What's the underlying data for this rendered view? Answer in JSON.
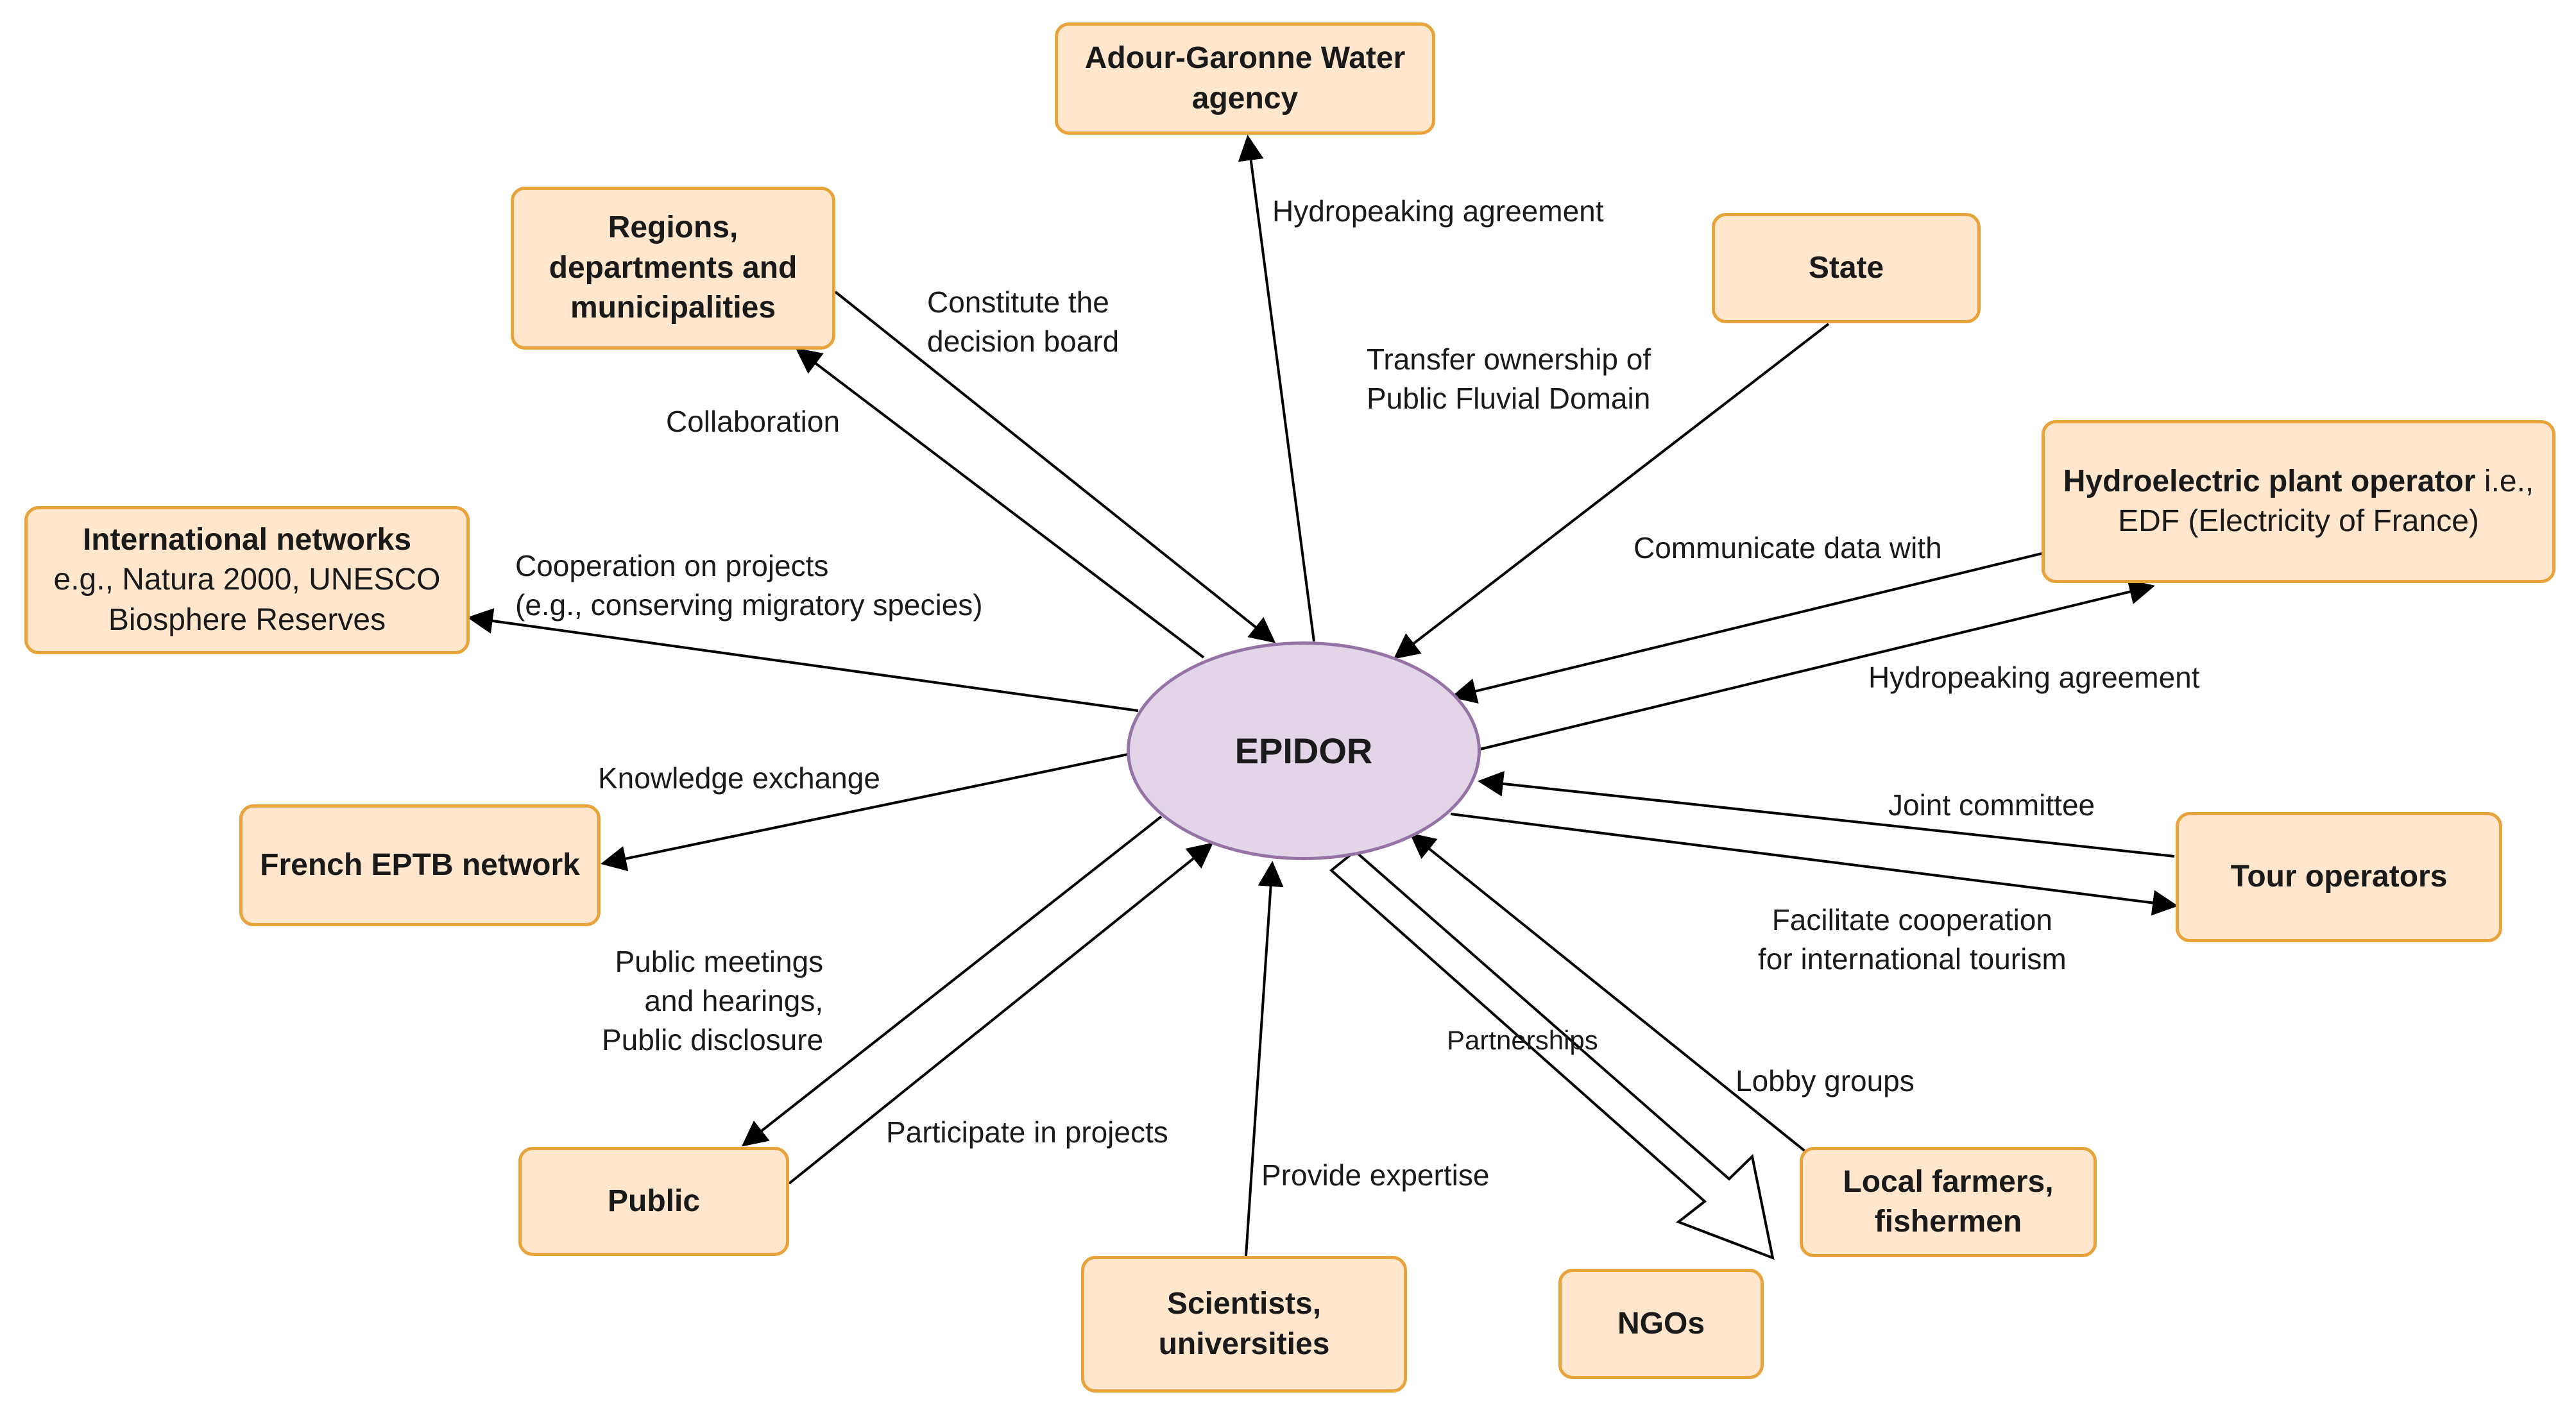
{
  "colors": {
    "node_fill": "#ffe6cc",
    "node_border": "#e8a33a",
    "center_fill": "#e1d5e7",
    "center_border": "#9673a6",
    "arrow": "#000000"
  },
  "center": {
    "label": "EPIDOR"
  },
  "nodes": {
    "adour": {
      "lines": [
        "Adour-Garonne Water",
        "agency"
      ]
    },
    "regions": {
      "lines": [
        "Regions,",
        "departments and",
        "municipalities"
      ]
    },
    "state": {
      "lines": [
        "State"
      ]
    },
    "hydro": {
      "bold": "Hydroelectric plant operator",
      "rest": " i.e.,",
      "line2": "EDF (Electricity of France)"
    },
    "intl": {
      "title": "International networks",
      "line2": "e.g., Natura 2000, UNESCO",
      "line3": "Biosphere Reserves"
    },
    "eptb": {
      "lines": [
        "French EPTB network"
      ]
    },
    "tour": {
      "lines": [
        "Tour operators"
      ]
    },
    "public": {
      "lines": [
        "Public"
      ]
    },
    "scientists": {
      "lines": [
        "Scientists,",
        "universities"
      ]
    },
    "ngos": {
      "lines": [
        "NGOs"
      ]
    },
    "farmers": {
      "lines": [
        "Local farmers,",
        "fishermen"
      ]
    }
  },
  "labels": {
    "hydropeaking_top": "Hydropeaking agreement",
    "constitute_1": "Constitute the",
    "constitute_2": "decision board",
    "collaboration": "Collaboration",
    "transfer_1": "Transfer ownership of",
    "transfer_2": "Public Fluvial Domain",
    "communicate": "Communicate data with",
    "hydropeaking_right": "Hydropeaking agreement",
    "cooperation_1": "Cooperation on projects",
    "cooperation_2": "(e.g., conserving migratory species)",
    "knowledge": "Knowledge exchange",
    "joint": "Joint committee",
    "facilitate_1": "Facilitate cooperation",
    "facilitate_2": "for international tourism",
    "public_meet_1": "Public meetings",
    "public_meet_2": "and hearings,",
    "public_meet_3": "Public disclosure",
    "participate": "Participate in projects",
    "partnerships": "Partnerships",
    "lobby": "Lobby groups",
    "expertise": "Provide expertise"
  }
}
